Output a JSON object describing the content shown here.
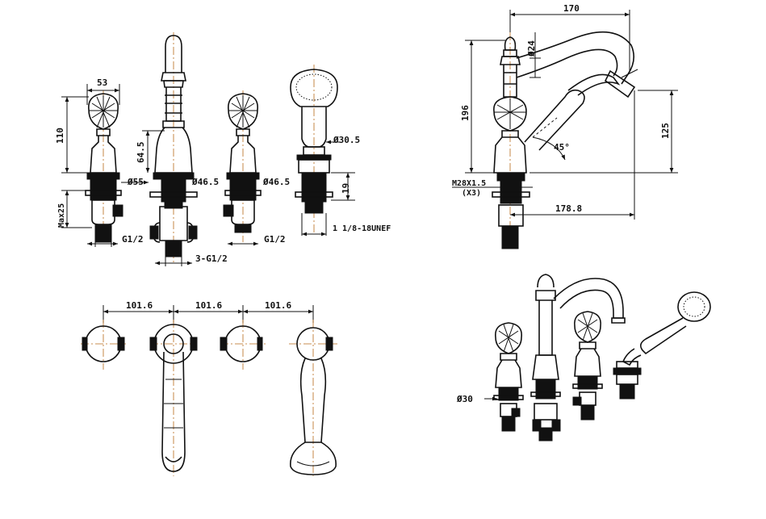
{
  "drawing": {
    "colors": {
      "line": "#111111",
      "centerline": "#b86a1a",
      "background": "#ffffff"
    },
    "front_view": {
      "dims": {
        "handle_width": "53",
        "handle_height": "110",
        "max_below": "Max25",
        "body_height": "64.5",
        "dia_55": "Ø55",
        "dia_46_5_a": "Ø46.5",
        "dia_46_5_b": "Ø46.5",
        "dia_30_5": "Ø30.5",
        "height_19": "19",
        "thread_shower": "1 1/8-18UNEF",
        "thread_left": "G1/2",
        "thread_right": "G1/2",
        "thread_spout": "3-G1/2"
      }
    },
    "side_view": {
      "dims": {
        "width_170": "170",
        "dia_24": "Ø24",
        "height_196": "196",
        "height_125": "125",
        "angle": "45°",
        "thread": "M28X1.5",
        "qty": "(X3)",
        "reach": "178.8"
      }
    },
    "top_view": {
      "dims": {
        "spacing_1": "101.6",
        "spacing_2": "101.6",
        "spacing_3": "101.6"
      }
    },
    "iso_view": {
      "dims": {
        "dia_30": "Ø30"
      }
    }
  }
}
